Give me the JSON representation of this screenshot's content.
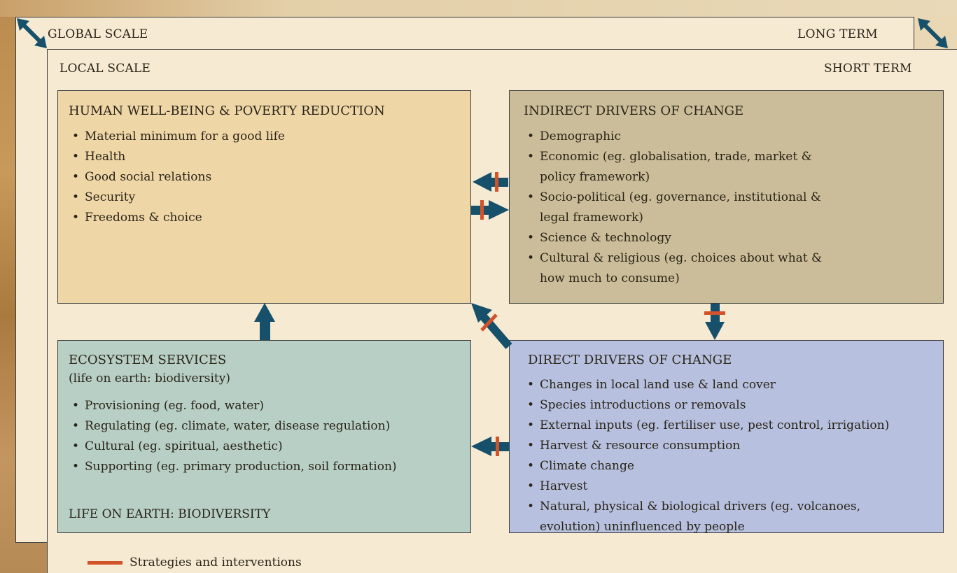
{
  "scales": {
    "global": "GLOBAL SCALE",
    "long_term": "LONG TERM",
    "local": "LOCAL SCALE",
    "short_term": "SHORT TERM"
  },
  "boxes": {
    "well_being": {
      "title": "HUMAN WELL-BEING & POVERTY REDUCTION",
      "items": [
        "Material minimum for a good life",
        "Health",
        "Good social relations",
        "Security",
        "Freedoms & choice"
      ]
    },
    "indirect": {
      "title": "INDIRECT DRIVERS OF CHANGE",
      "items": [
        "Demographic",
        "Economic (eg. globalisation, trade, market &",
        "policy framework)",
        "Socio-political (eg. governance, institutional &",
        "legal framework)",
        "Science & technology",
        "Cultural & religious (eg. choices about what &",
        "how much to consume)"
      ]
    },
    "ecosystem": {
      "title": "ECOSYSTEM SERVICES",
      "subtitle": "(life on earth: biodiversity)",
      "items": [
        "Provisioning (eg. food, water)",
        "Regulating (eg. climate, water, disease regulation)",
        "Cultural (eg. spiritual, aesthetic)",
        "Supporting (eg. primary production, soil formation)"
      ],
      "footer": "LIFE ON EARTH: BIODIVERSITY"
    },
    "direct": {
      "title": "DIRECT DRIVERS OF CHANGE",
      "items": [
        "Changes in local land use & land cover",
        "Species introductions or removals",
        "External inputs (eg. fertiliser use, pest control, irrigation)",
        "Harvest & resource consumption",
        "Climate change",
        "Harvest",
        "Natural, physical & biological drivers (eg. volcanoes,",
        "evolution) uninfluenced by people"
      ]
    }
  },
  "legend": {
    "label": "Strategies and interventions"
  },
  "colors": {
    "arrow": "#17506b",
    "intervention": "#d2522a"
  }
}
